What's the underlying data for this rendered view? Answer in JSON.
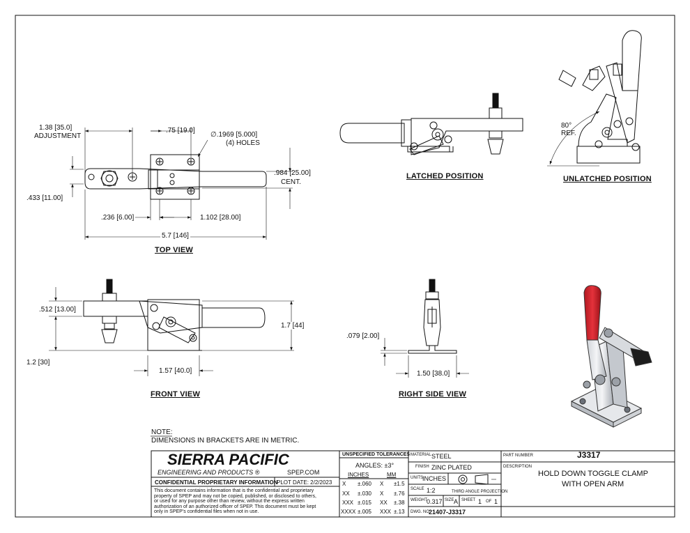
{
  "dims": {
    "adj": "1.38",
    "adj_mm": "35.0",
    "adj_label": "ADJUSTMENT",
    "d075": ".75",
    "d075_mm": "19.0",
    "hole": "∅.1969",
    "hole_mm": "5.000",
    "holes": "(4) HOLES",
    "d984": ".984",
    "d984_mm": "25.00",
    "cent": "CENT.",
    "d433": ".433",
    "d433_mm": "11.00",
    "d236": ".236",
    "d236_mm": "6.00",
    "d1102": "1.102",
    "d1102_mm": "28.00",
    "d57": "5.7",
    "d57_mm": "146",
    "d512": ".512",
    "d512_mm": "13.00",
    "d12": "1.2",
    "d12_mm": "30",
    "d17": "1.7",
    "d17_mm": "44",
    "d157": "1.57",
    "d157_mm": "40.0",
    "d079": ".079",
    "d079_mm": "2.00",
    "d150": "1.50",
    "d150_mm": "38.0",
    "angle": "80°",
    "ref": "REF."
  },
  "views": {
    "top": "TOP VIEW",
    "front": "FRONT VIEW",
    "right": "RIGHT SIDE VIEW",
    "latched": "LATCHED POSITION",
    "unlatched": "UNLATCHED POSITION"
  },
  "note": {
    "title": "NOTE:",
    "text": "DIMENSIONS IN BRACKETS ARE IN METRIC."
  },
  "title_block": {
    "company": "SIERRA PACIFIC",
    "company_sub": "ENGINEERING AND PRODUCTS",
    "website": "SPEP.COM",
    "confidential": "CONFIDENTIAL PROPRIETARY INFORMATION",
    "plot_date_label": "PLOT DATE:",
    "plot_date": "2/2/2023",
    "disclaimer": [
      "This document contains information that is the confidential and proprietary",
      "property of SPEP and may not be copied, published, or disclosed to others,",
      "or used for any purpose  other than review, without the express written",
      "authorization of an authorized officer of SPEP. This document must be kept",
      "only in SPEP's confidential files when not in use."
    ],
    "tol_title": "UNSPECIFIED TOLERANCES",
    "angles": "ANGLES: ±3°",
    "inches": "INCHES",
    "mm": "MM",
    "tol_rows": [
      {
        "a": "X",
        "b": "±.060",
        "c": "X",
        "d": "±1.5"
      },
      {
        "a": "XX",
        "b": "±.030",
        "c": "X",
        "d": "±.76"
      },
      {
        "a": "XXX",
        "b": "±.015",
        "c": "XX",
        "d": "±.38"
      },
      {
        "a": "XXXX",
        "b": "±.005",
        "c": "XXX",
        "d": "±.13"
      }
    ],
    "material_label": "MATERIAL",
    "material": "STEEL",
    "finish_label": "FINISH",
    "finish": "ZINC PLATED",
    "units_label": "UNITS",
    "units": "INCHES",
    "scale_label": "SCALE",
    "scale": "1:2",
    "projection": "THIRD ANGLE PROJECTION",
    "weight_label": "WEIGHT",
    "weight": "0.317",
    "size_label": "SIZE",
    "size": "A",
    "sheet_label": "SHEET",
    "sheet": "1",
    "of_label": "OF",
    "sheet_total": "1",
    "dwg_label": "DWG. NO.",
    "dwg": "21407-J3317",
    "part_label": "PART NUMBER",
    "part": "J3317",
    "desc_label": "DESCRIPTION",
    "desc1": "HOLD DOWN TOGGLE CLAMP",
    "desc2": "WITH OPEN ARM"
  }
}
